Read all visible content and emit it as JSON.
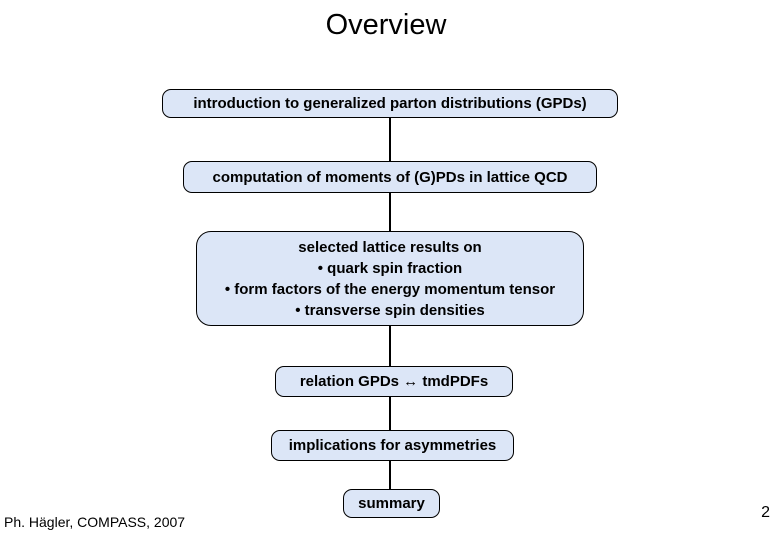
{
  "slide": {
    "title": "Overview",
    "boxes": [
      {
        "label": "introduction to generalized parton distributions (GPDs)"
      },
      {
        "label": "computation of moments of (G)PDs in lattice QCD"
      },
      {
        "lines": [
          "selected lattice results on",
          "• quark spin fraction",
          "• form factors of the energy momentum tensor",
          "• transverse spin densities"
        ]
      },
      {
        "label": "relation GPDs ↔ tmdPDFs"
      },
      {
        "label": "implications for asymmetries"
      },
      {
        "label": "summary"
      }
    ],
    "footer": "Ph. Hägler, COMPASS, 2007",
    "page_number": "2",
    "colors": {
      "background": "#ffffff",
      "box_fill": "#dce6f7",
      "box_border": "#000000",
      "text": "#000000"
    }
  }
}
